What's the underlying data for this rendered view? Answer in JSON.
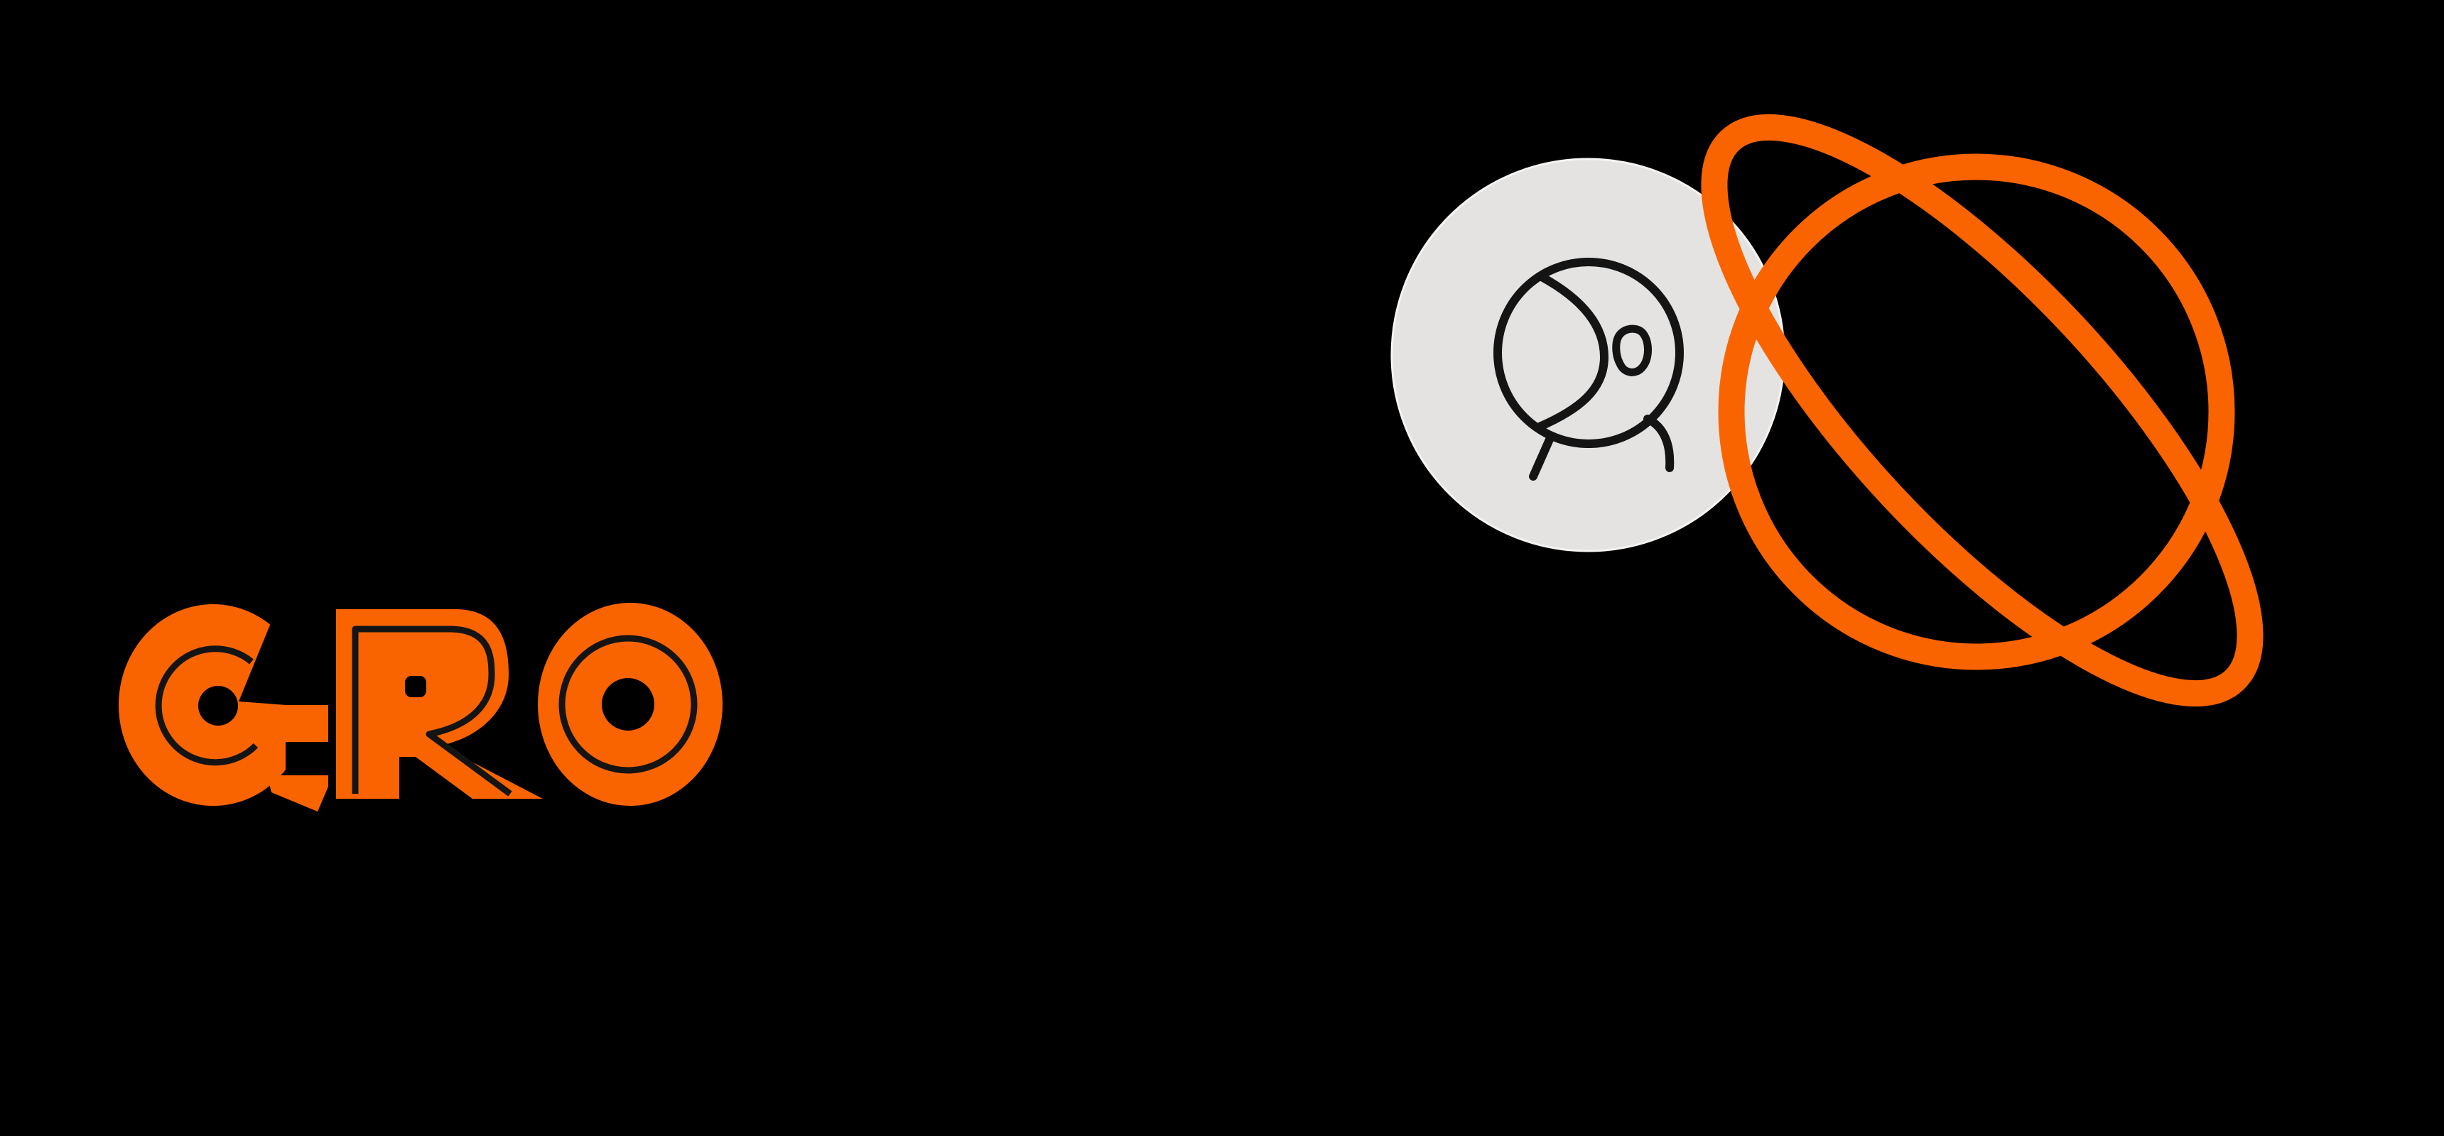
{
  "theme": {
    "bg": "#000000",
    "orange": "#FA6400",
    "badge": "#E4E3E2",
    "badge-rim": "#F5F4F3",
    "ink": "#141414"
  },
  "hero": {
    "wordmark": {
      "text": "GRO",
      "letters": [
        "G",
        "R",
        "O"
      ],
      "color": "#FA6400"
    },
    "badge": {
      "icon": "webcam-icon",
      "background": "#E4E3E2",
      "stroke_color": "#141414"
    },
    "planet": {
      "icon": "ringed-planet-icon",
      "color": "#FA6400"
    }
  }
}
